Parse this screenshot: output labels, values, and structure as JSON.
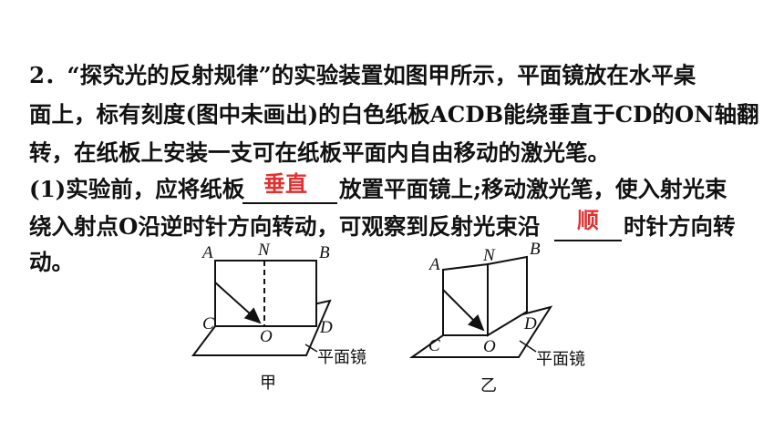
{
  "question": {
    "line1": "2．“探究光的反射规律”的实验装置如图甲所示，平面镜放在水平桌",
    "line2": "面上，标有刻度(图中未画出)的白色纸板ACDB能绕垂直于CD的ON轴翻",
    "line3": "转，在纸板上安装一支可在纸板平面内自由移动的激光笔。",
    "part1_a": "(1)实验前，应将纸板",
    "part1_b": "放置平面镜上;移动激光笔，使入射光束",
    "part1_c": "绕入射点O沿逆时针方向转动，可观察到反射光束沿",
    "part1_d": "时针方向转",
    "part1_e": "动。"
  },
  "answers": {
    "blank1": "垂直",
    "blank2": "顺"
  },
  "figures": {
    "jia": {
      "A": "A",
      "N": "N",
      "B": "B",
      "C": "C",
      "D": "D",
      "O": "O",
      "mirror_label": "平面镜",
      "caption": "甲"
    },
    "yi": {
      "A": "A",
      "N": "N",
      "B": "B",
      "C": "C",
      "D": "D",
      "O": "O",
      "mirror_label": "平面镜",
      "caption": "乙"
    }
  }
}
